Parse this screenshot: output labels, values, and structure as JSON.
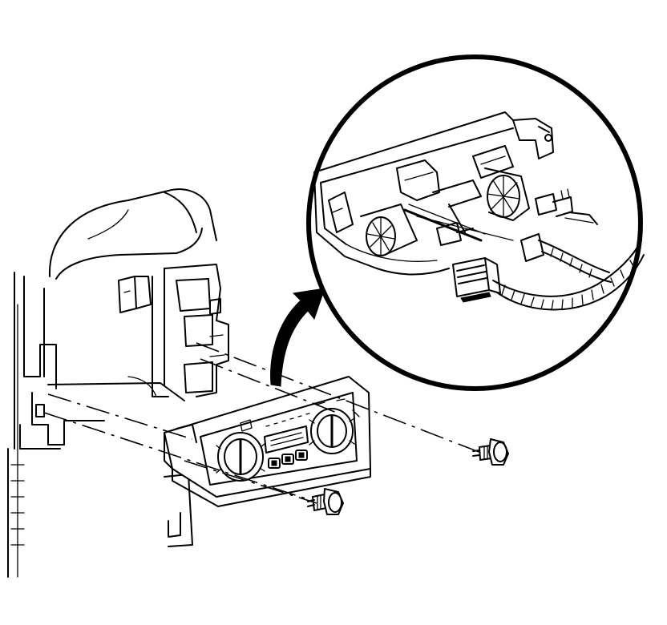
{
  "diagram": {
    "background": "#ffffff",
    "line_color": "#000000",
    "parts": [
      "instrument-panel-carrier",
      "hvac-control-module",
      "mounting-bolt",
      "electrical-connector",
      "wiring-harness",
      "detail-callout-circle",
      "callout-arrow"
    ],
    "bolt_count": 2
  }
}
